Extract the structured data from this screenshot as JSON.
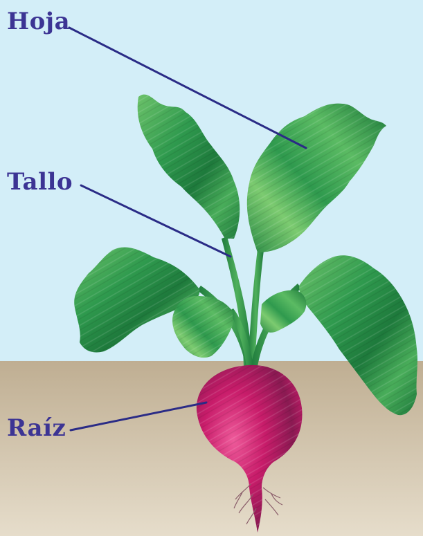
{
  "labels": {
    "leaf": "Hoja",
    "stem": "Tallo",
    "root": "Raíz"
  },
  "colors": {
    "sky": "#d3eef8",
    "soil_top": "#bfae92",
    "soil_bottom": "#e6ddcb",
    "label_text": "#3c3494",
    "leader_line": "#2a2b86",
    "leaf_dark": "#1e7a3c",
    "leaf_mid": "#2f9a4e",
    "leaf_light": "#6cc26a",
    "beet_dark": "#8a1a52",
    "beet_mid": "#c81c6a",
    "beet_light": "#ee5a9a",
    "rootlet": "#8a5d6a"
  }
}
